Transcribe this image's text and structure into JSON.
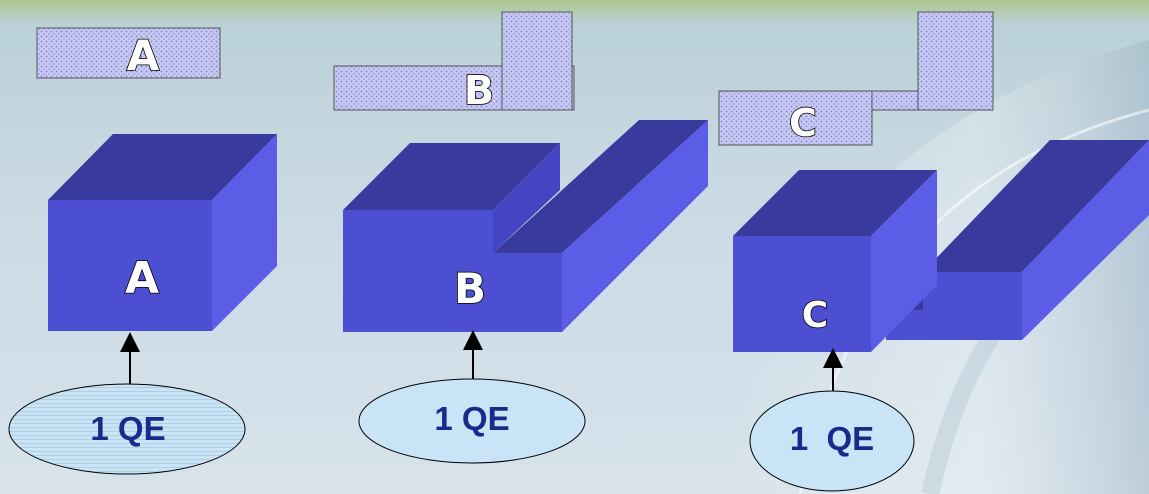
{
  "diagrams": [
    {
      "id": "a",
      "tile_letter": "A",
      "box_letter": "A",
      "energy_label": "1 QE"
    },
    {
      "id": "b",
      "tile_letter": "B",
      "box_letter": "B",
      "energy_label": "1 QE"
    },
    {
      "id": "c",
      "tile_letter": "C",
      "box_letter": "C",
      "energy_label": "1  QE"
    }
  ],
  "colors": {
    "box_front": "#4d4fd2",
    "box_top": "#393a9e",
    "box_side": "#5b5de6",
    "tile_fill": "#c8c9f0",
    "ellipse_fill": "#c8e4f6",
    "qe_text": "#1a2a8a"
  }
}
